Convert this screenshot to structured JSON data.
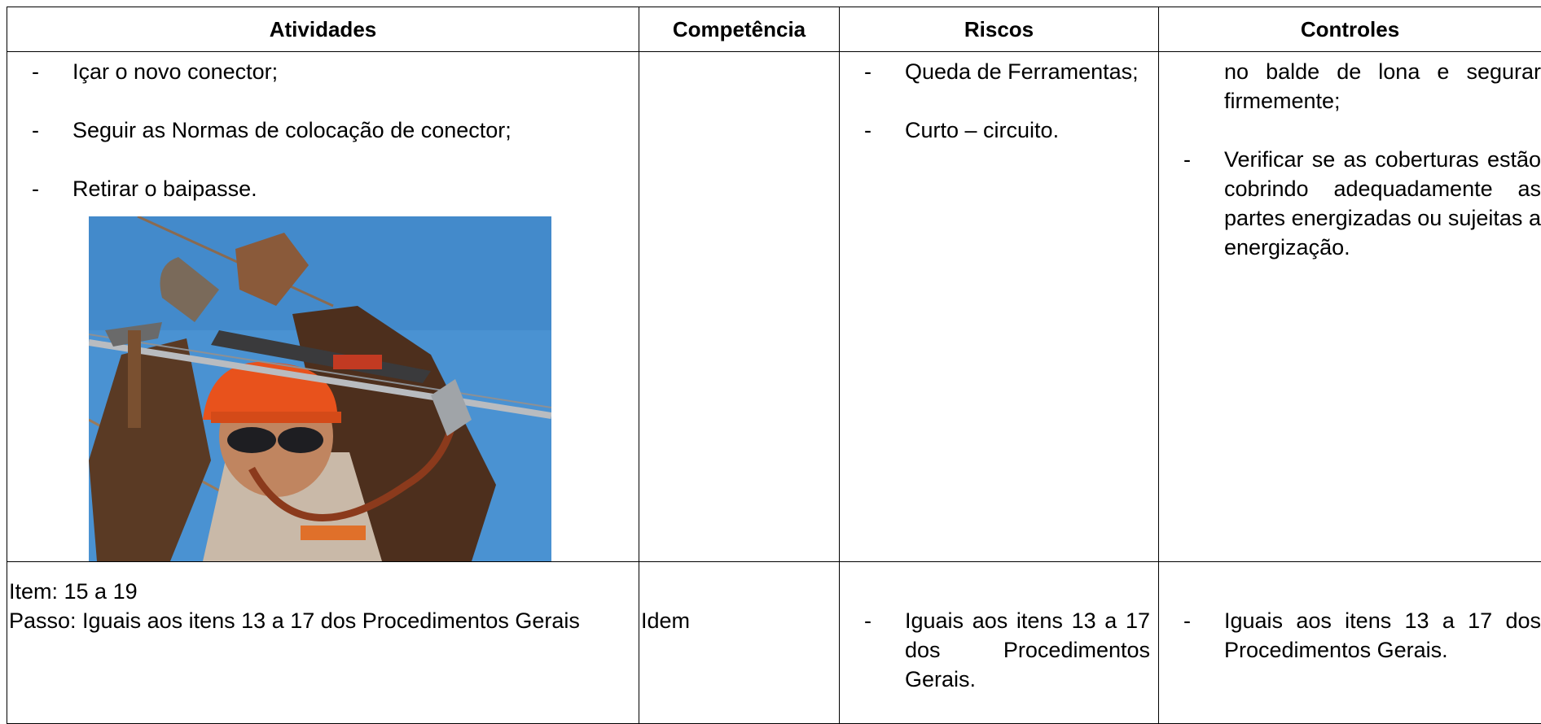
{
  "headers": {
    "activities": "Atividades",
    "competence": "Competência",
    "risks": "Riscos",
    "controls": "Controles"
  },
  "row1": {
    "activities": [
      "Içar o novo conector;",
      "Seguir as Normas de colocação de conector;",
      "Retirar o baipasse."
    ],
    "competence": "",
    "risks": [
      "Queda de Ferramentas;",
      "Curto – circuito."
    ],
    "controls_continuation": "no balde de lona e segurar firmemente;",
    "controls": [
      "Verificar se as coberturas estão cobrindo adequadamente as partes energizadas ou sujeitas a energização."
    ]
  },
  "row2": {
    "item": "Item: 15 a 19",
    "step": "Passo: Iguais aos itens 13 a 17 dos Procedimentos Gerais",
    "competence": "Idem",
    "risks": [
      "Iguais aos itens 13 a 17 dos Procedimentos Gerais."
    ],
    "controls": [
      "Iguais aos itens 13 a 17 dos Procedimentos Gerais."
    ]
  },
  "photo": {
    "subject": "lineman-installing-connector",
    "sky_color": "#4a92d2",
    "helmet_color": "#e8521c",
    "glove_color": "#5a3a24"
  }
}
